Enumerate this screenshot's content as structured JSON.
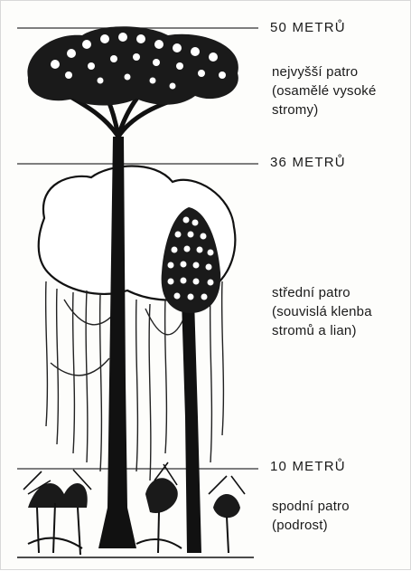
{
  "levels": [
    {
      "height": "50 METRŮ",
      "lines": [
        "nejvyšší patro",
        "(osamělé vysoké",
        "stromy)"
      ]
    },
    {
      "height": "36 METRŮ",
      "lines": [
        "střední patro",
        "(souvislá klenba",
        "stromů a lian)"
      ]
    },
    {
      "height": "10 METRŮ",
      "lines": [
        "spodní patro",
        "(podrost)"
      ]
    }
  ],
  "colors": {
    "ink": "#111111",
    "line": "#333333",
    "paper": "#fdfdfb"
  }
}
